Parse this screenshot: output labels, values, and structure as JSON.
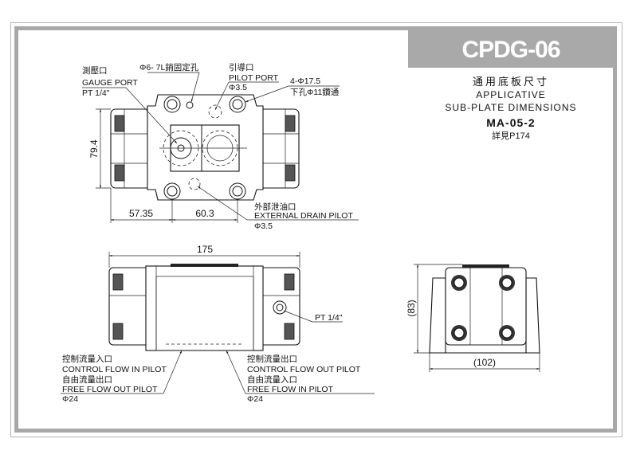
{
  "title_block": {
    "model": "CPDG-06",
    "subtitle_cn": "通用底板尺寸",
    "subtitle_en_1": "APPLICATIVE",
    "subtitle_en_2": "SUB-PLATE DIMENSIONS",
    "subplate_model": "MA-05-2",
    "reference": "詳見P174"
  },
  "top_view": {
    "gauge_port_cn": "測壓口",
    "gauge_port_en": "GAUGE PORT",
    "gauge_port_size": "PT 1/4\"",
    "pin_hole": "Φ6- 7L銷固定孔",
    "pilot_port_cn": "引導口",
    "pilot_port_en": "PILOT PORT",
    "pilot_port_size": "Φ3.5",
    "bolt_holes_1": "4-Φ17.5",
    "bolt_holes_2": "下孔Φ11鑽通",
    "drain_cn": "外部泄油口",
    "drain_en": "EXTERNAL DRAIN PILOT",
    "drain_size": "Φ3.5",
    "dim_height": "79.4",
    "dim_left": "57.35",
    "dim_pitch": "60.3"
  },
  "front_view": {
    "dim_width": "175",
    "port_label": "PT 1/4\"",
    "left_cn_1": "控制流量入口",
    "left_en_1": "CONTROL FLOW IN PILOT",
    "left_cn_2": "自由流量出口",
    "left_en_2": "FREE FLOW OUT PILOT",
    "left_size": "Φ24",
    "right_cn_1": "控制流量出口",
    "right_en_1": "CONTROL FLOW OUT PILOT",
    "right_cn_2": "自由流量入口",
    "right_en_2": "FREE FLOW IN PILOT",
    "right_size": "Φ24"
  },
  "side_view": {
    "dim_height": "(83)",
    "dim_width": "(102)"
  },
  "colors": {
    "frame": "#a8a8a8",
    "title_bg": "#a9a9a9"
  }
}
